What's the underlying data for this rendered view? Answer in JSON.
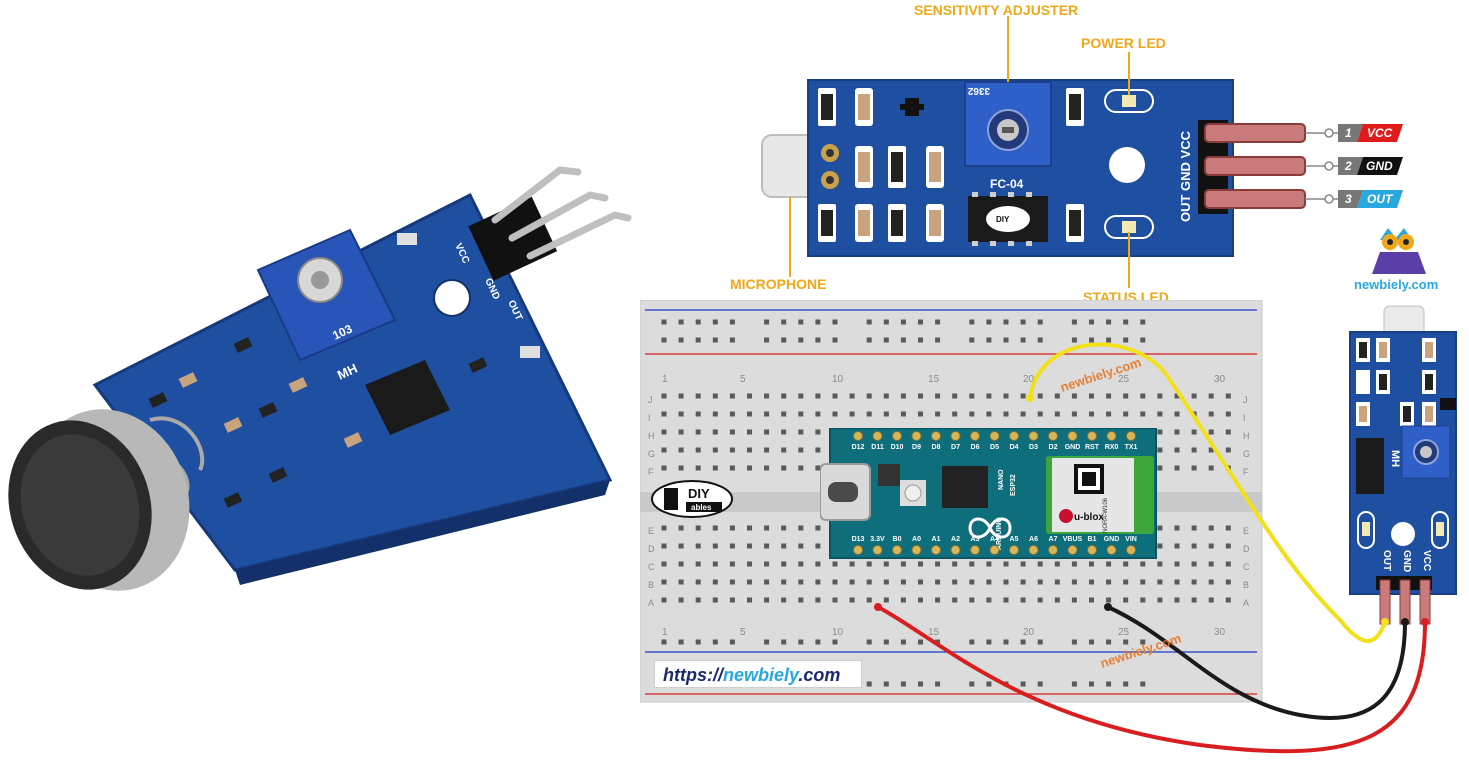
{
  "callouts": {
    "sensitivity": "SENSITIVITY ADJUSTER",
    "power_led": "POWER LED",
    "microphone": "MICROPHONE",
    "status_led": "STATUS LED"
  },
  "module_top": {
    "chip_label": "FC-04",
    "pot_code": "3362",
    "side_label": "OUT GND VCC",
    "pins": [
      {
        "num": "1",
        "name": "VCC",
        "color": "#e01b1b"
      },
      {
        "num": "2",
        "name": "GND",
        "color": "#111111"
      },
      {
        "num": "3",
        "name": "OUT",
        "color": "#29a8e0"
      }
    ]
  },
  "module_photo": {
    "brand_mark": "MH",
    "pot_code": "103",
    "pins": [
      "VCC",
      "GND",
      "OUT"
    ]
  },
  "breadboard": {
    "col_numbers": [
      "1",
      "5",
      "10",
      "15",
      "20",
      "25",
      "30"
    ],
    "row_letters_top": [
      "J",
      "I",
      "H",
      "G",
      "F"
    ],
    "row_letters_bottom": [
      "E",
      "D",
      "C",
      "B",
      "A"
    ]
  },
  "arduino": {
    "top_pins": [
      "D12",
      "D11",
      "D10",
      "D9",
      "D8",
      "D7",
      "D6",
      "D5",
      "D4",
      "D3",
      "D2",
      "GND",
      "RST",
      "RX0",
      "TX1"
    ],
    "bottom_pins": [
      "D13",
      "3.3V",
      "B0",
      "A0",
      "A1",
      "A2",
      "A3",
      "A4",
      "A5",
      "A6",
      "A7",
      "VBUS",
      "B1",
      "GND",
      "VIN"
    ],
    "board_text": [
      "NANO",
      "ESP32",
      "ARDUINO"
    ],
    "module_text": [
      "NORA-W106",
      "u-blox"
    ]
  },
  "small_module": {
    "pins": [
      "OUT",
      "GND",
      "VCC"
    ],
    "brand_mark": "MH"
  },
  "logo": {
    "diy": "DIY",
    "ables": "ables"
  },
  "site": {
    "url_prefix": "https://",
    "url_highlight": "newbiely",
    "url_suffix": ".com",
    "brand": "newbiely.com",
    "watermark": "newbiely.com"
  },
  "colors": {
    "pcb": "#1f4fa0",
    "wire_vcc": "#d81e1e",
    "wire_gnd": "#1a1a1a",
    "wire_out": "#f2e01a",
    "callout": "#f0a818"
  }
}
